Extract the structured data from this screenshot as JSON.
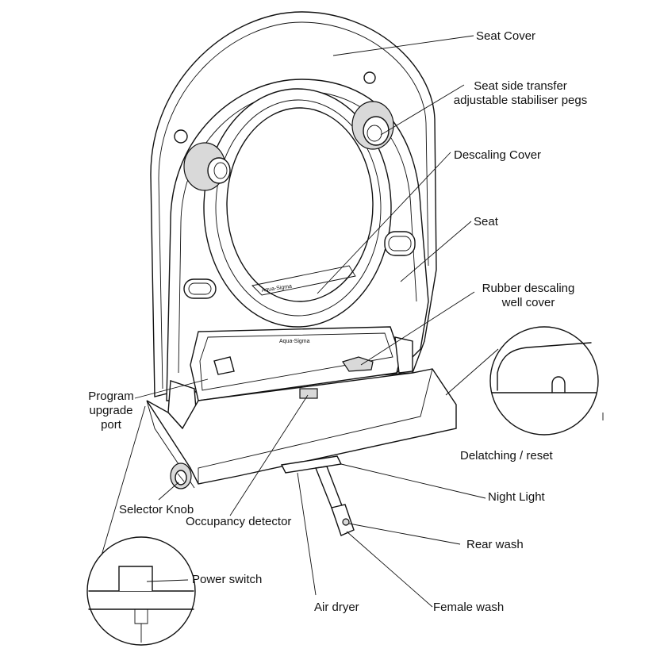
{
  "labels": {
    "seat_cover": "Seat Cover",
    "stabiliser_line1": "Seat side transfer",
    "stabiliser_line2": "adjustable stabiliser pegs",
    "descaling_cover": "Descaling Cover",
    "seat": "Seat",
    "rubber_line1": "Rubber descaling",
    "rubber_line2": "well cover",
    "program_line1": "Program",
    "program_line2": "upgrade",
    "program_line3": "port",
    "delatching": "Delatching / reset",
    "selector_knob": "Selector Knob",
    "occupancy_detector": "Occupancy detector",
    "night_light": "Night Light",
    "rear_wash": "Rear wash",
    "power_switch": "Power switch",
    "air_dryer": "Air dryer",
    "female_wash": "Female wash"
  },
  "brand_marks": [
    "Aqua-Sigma",
    "Aqua-Sigma"
  ]
}
